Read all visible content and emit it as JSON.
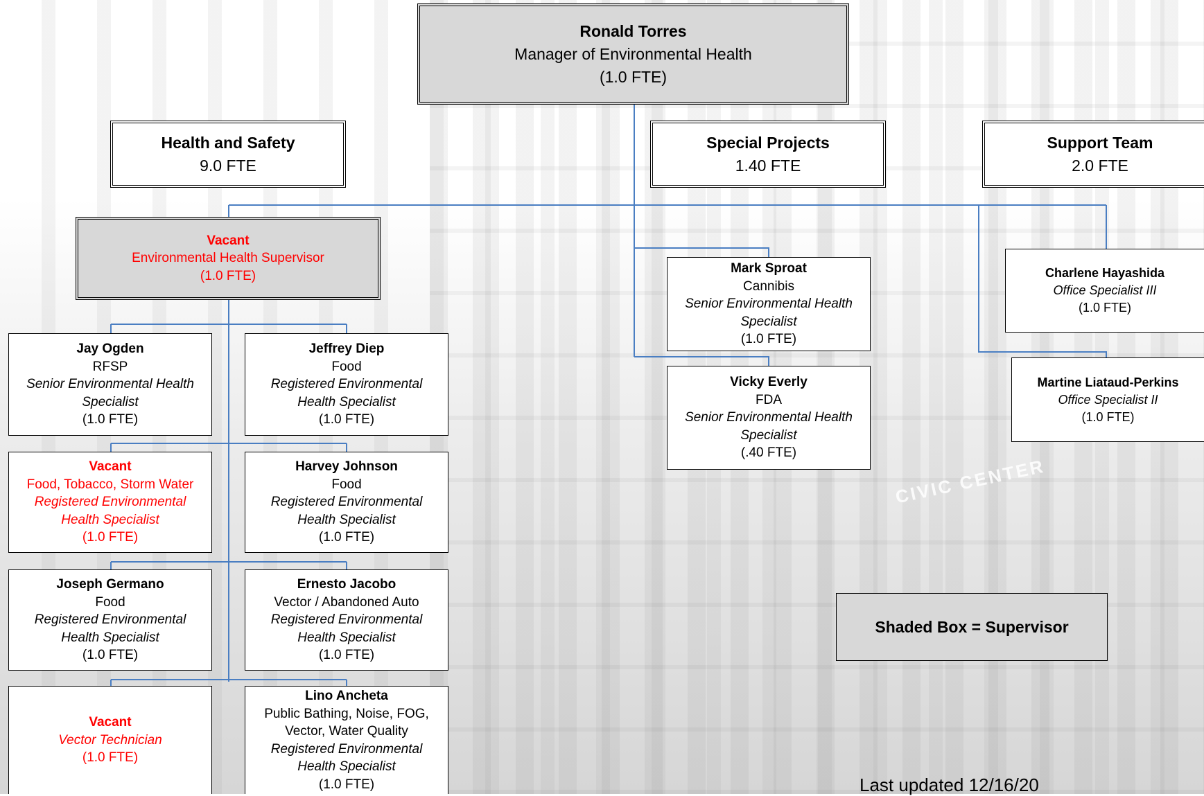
{
  "manager": {
    "name": "Ronald Torres",
    "title": "Manager of Environmental Health",
    "fte": "(1.0 FTE)"
  },
  "divisions": {
    "health_safety": {
      "name": "Health and Safety",
      "fte": "9.0 FTE"
    },
    "special_projects": {
      "name": "Special Projects",
      "fte": "1.40 FTE"
    },
    "support_team": {
      "name": "Support Team",
      "fte": "2.0 FTE"
    }
  },
  "supervisor": {
    "name": "Vacant",
    "title": "Environmental Health Supervisor",
    "fte": "(1.0 FTE)"
  },
  "staff": {
    "jay_ogden": {
      "name": "Jay Ogden",
      "area": "RFSP",
      "title1": "Senior Environmental Health",
      "title2": "Specialist",
      "fte": "(1.0 FTE)"
    },
    "jeffrey_diep": {
      "name": "Jeffrey Diep",
      "area": "Food",
      "title1": "Registered Environmental",
      "title2": "Health Specialist",
      "fte": "(1.0 FTE)"
    },
    "vacant_food": {
      "name": "Vacant",
      "area": "Food, Tobacco, Storm Water",
      "title1": "Registered Environmental",
      "title2": "Health Specialist",
      "fte": "(1.0 FTE)"
    },
    "harvey_johnson": {
      "name": "Harvey Johnson",
      "area": "Food",
      "title1": "Registered Environmental",
      "title2": "Health Specialist",
      "fte": "(1.0 FTE)"
    },
    "joseph_germano": {
      "name": "Joseph Germano",
      "area": "Food",
      "title1": "Registered Environmental",
      "title2": "Health Specialist",
      "fte": "(1.0 FTE)"
    },
    "ernesto_jacobo": {
      "name": "Ernesto Jacobo",
      "area": "Vector / Abandoned Auto",
      "title1": "Registered Environmental",
      "title2": "Health Specialist",
      "fte": "(1.0 FTE)"
    },
    "vacant_vector": {
      "name": "Vacant",
      "title": "Vector Technician",
      "fte": "(1.0 FTE)"
    },
    "lino_ancheta": {
      "name": "Lino Ancheta",
      "area1": "Public Bathing, Noise, FOG,",
      "area2": "Vector, Water Quality",
      "title1": "Registered Environmental",
      "title2": "Health Specialist",
      "fte": "(1.0 FTE)"
    }
  },
  "special": {
    "mark_sproat": {
      "name": "Mark Sproat",
      "area": "Cannibis",
      "title1": "Senior Environmental Health",
      "title2": "Specialist",
      "fte": "(1.0 FTE)"
    },
    "vicky_everly": {
      "name": "Vicky Everly",
      "area": "FDA",
      "title1": "Senior Environmental Health",
      "title2": "Specialist",
      "fte": "(.40 FTE)"
    }
  },
  "support": {
    "charlene": {
      "name": "Charlene Hayashida",
      "title": "Office Specialist III",
      "fte": "(1.0 FTE)"
    },
    "martine": {
      "name": "Martine Liataud-Perkins",
      "title": "Office Specialist II",
      "fte": "(1.0 FTE)"
    }
  },
  "legend": {
    "text": "Shaded Box = Supervisor"
  },
  "footer": {
    "updated": "Last updated 12/16/20"
  },
  "colors": {
    "connector": "#4a7ec2",
    "vacant": "#ff0000",
    "shade": "#d8d8d8"
  }
}
